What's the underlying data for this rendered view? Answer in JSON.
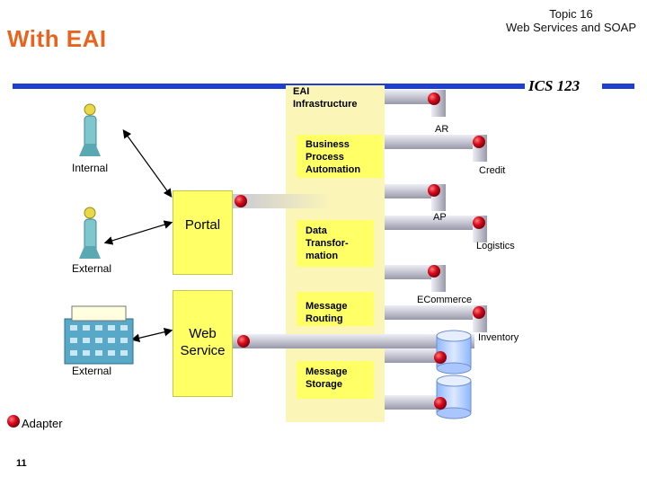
{
  "header": {
    "title": "With EAI",
    "topic_line1": "Topic 16",
    "topic_line2": "Web Services and SOAP",
    "course": "ICS 123",
    "slide_number": "11"
  },
  "users": {
    "internal": "Internal",
    "external_portal": "External",
    "external_webservice": "External"
  },
  "entry_points": {
    "portal": "Portal",
    "web_service_line1": "Web",
    "web_service_line2": "Service"
  },
  "infrastructure": {
    "title_line1": "EAI",
    "title_line2": "Infrastructure",
    "components": [
      {
        "l1": "Business",
        "l2": "Process",
        "l3": "Automation"
      },
      {
        "l1": "Data",
        "l2": "Transfor-",
        "l3": "mation"
      },
      {
        "l1": "Message",
        "l2": "Routing",
        "l3": ""
      },
      {
        "l1": "Message",
        "l2": "Storage",
        "l3": ""
      }
    ]
  },
  "systems": [
    "AR",
    "Credit",
    "AP",
    "Logistics",
    "ECommerce",
    "Inventory"
  ],
  "legend": {
    "adapter": "Adapter"
  },
  "colors": {
    "title": "#e8641e",
    "accent_bar": "#1f3fd0",
    "yellow": "#ffff66",
    "pale_yellow": "#fbf5b8",
    "adapter_red": "#d40a1c",
    "pipe": "#c9c9d4"
  }
}
